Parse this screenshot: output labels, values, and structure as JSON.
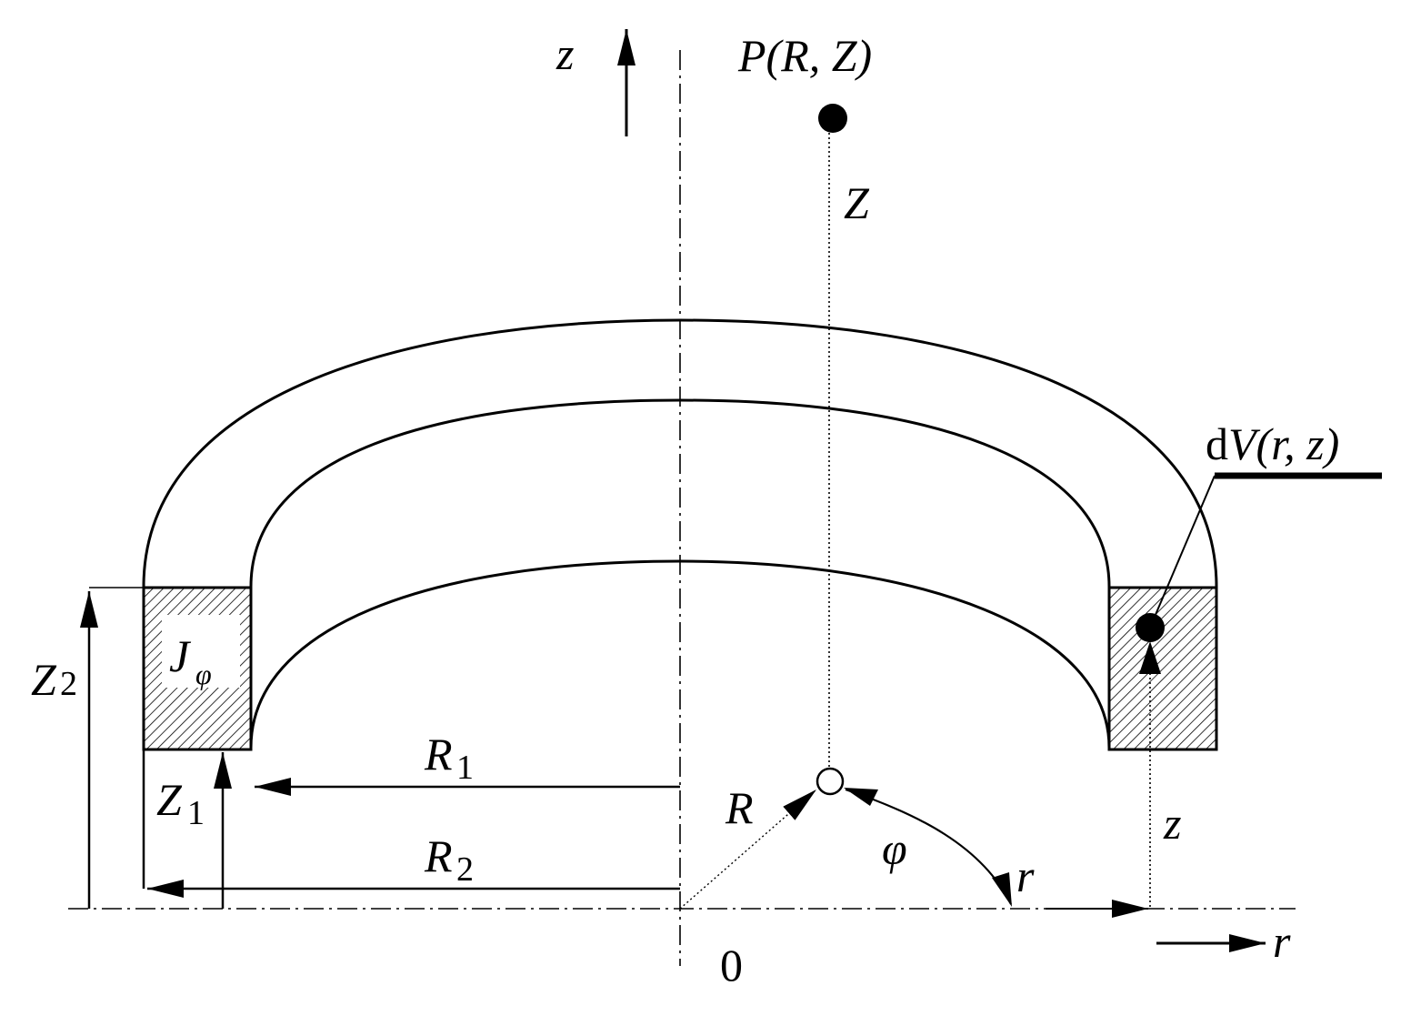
{
  "labels": {
    "z_axis": "z",
    "point_p": "P(R, Z)",
    "z_height": "Z",
    "dv_d": "d",
    "dv_rest": "V(r, z)",
    "j_main": "J",
    "j_sub": "φ",
    "z2_main": "Z",
    "z2_sub": "2",
    "z1_main": "Z",
    "z1_sub": "1",
    "r1_main": "R",
    "r1_sub": "1",
    "r2_main": "R",
    "r2_sub": "2",
    "r_big": "R",
    "phi": "φ",
    "r_small": "r",
    "z_small": "z",
    "origin": "0",
    "r_axis": "r"
  },
  "colors": {
    "line": "#000000",
    "background": "#ffffff"
  }
}
